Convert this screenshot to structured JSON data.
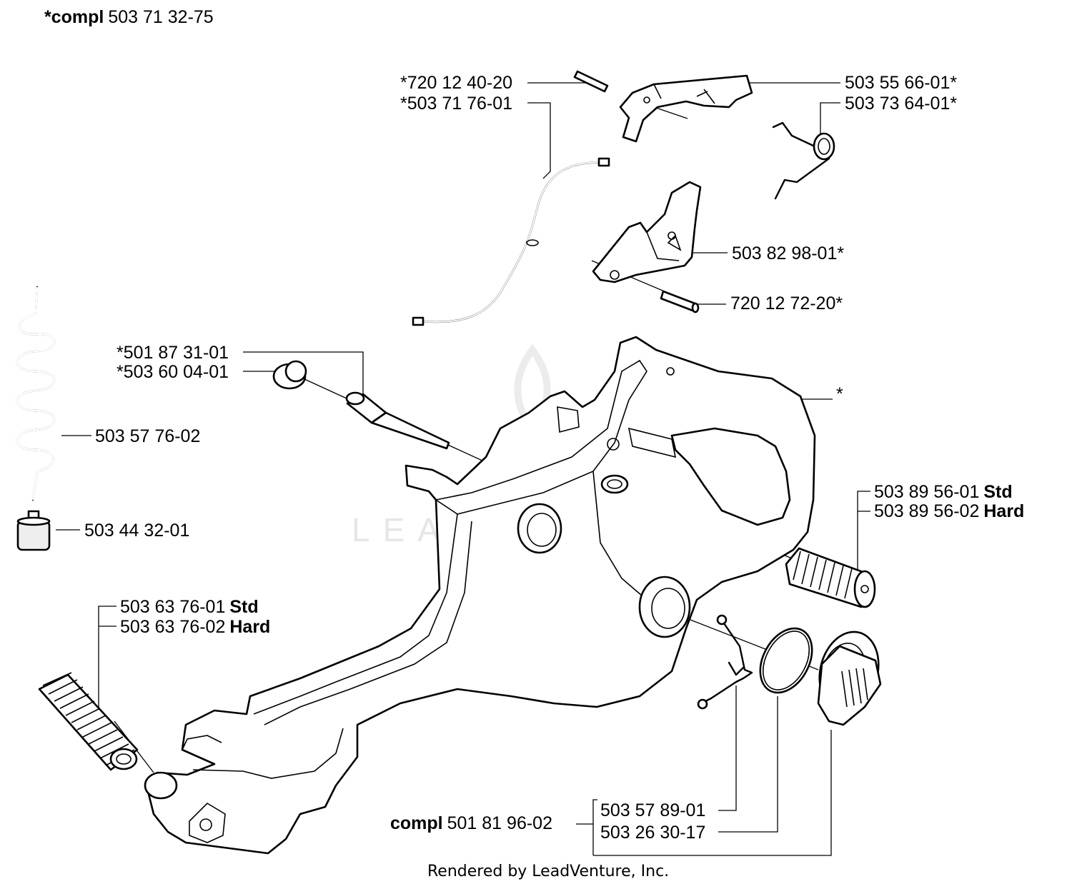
{
  "diagram": {
    "watermark": "LEADVENTURE",
    "footer": "Rendered by LeadVenture, Inc.",
    "labels": {
      "top_compl_prefix": "*compl",
      "top_compl_number": "503 71 32-75",
      "p_720_12_40_20": "*720 12 40-20",
      "p_503_71_76_01": "*503 71 76-01",
      "p_503_55_66_01": "503 55 66-01*",
      "p_503_73_64_01": "503 73 64-01*",
      "p_503_82_98_01": "503 82 98-01*",
      "p_720_12_72_20": "720 12 72-20*",
      "p_501_87_31_01": "*501 87 31-01",
      "p_503_60_04_01": "*503 60 04-01",
      "p_503_57_76_02": "503 57 76-02",
      "p_503_44_32_01": "503 44 32-01",
      "star": "*",
      "p_503_89_56_01": "503 89 56-01",
      "p_503_89_56_02": "503 89 56-02",
      "std": "Std",
      "hard": "Hard",
      "p_503_63_76_01": "503 63 76-01",
      "p_503_63_76_02": "503 63 76-02",
      "bottom_compl_prefix": "compl",
      "bottom_compl_number": "501 81 96-02",
      "p_503_57_89_01": "503 57 89-01",
      "p_503_26_30_17": "503 26 30-17"
    }
  }
}
